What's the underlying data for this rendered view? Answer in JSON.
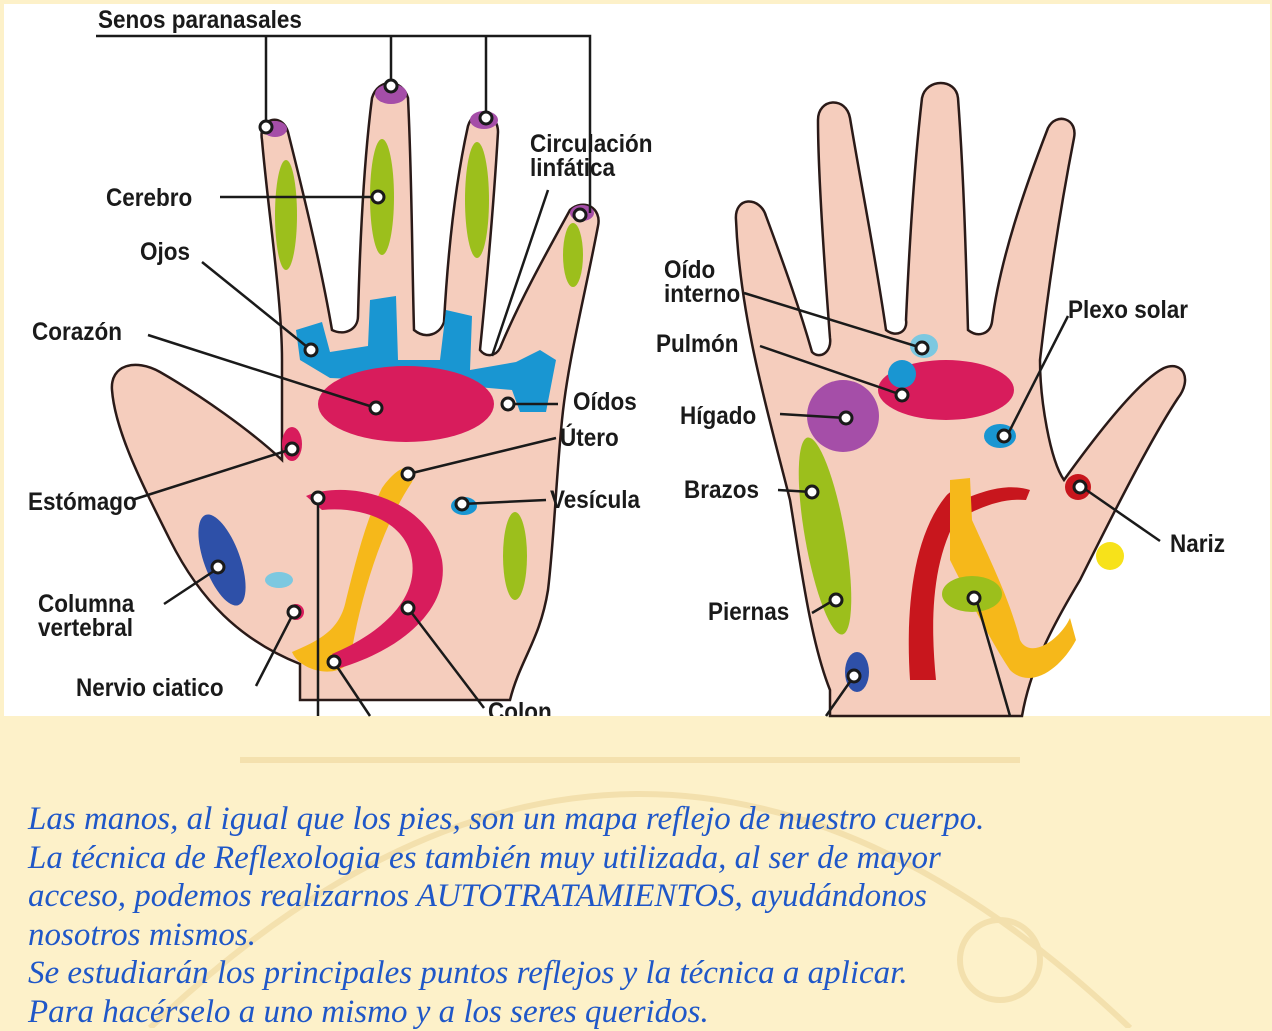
{
  "diagram": {
    "labels": {
      "senos": "Senos paranasales",
      "circulacion": "Circulación\nlinfática",
      "cerebro": "Cerebro",
      "ojos": "Ojos",
      "corazon": "Corazón",
      "oidos": "Oídos",
      "utero": "Útero",
      "estomago": "Estómago",
      "vesicula": "Vesícula",
      "columna": "Columna\nvertebral",
      "nervio": "Nervio ciatico",
      "colon": "Colon",
      "oido_interno": "Oído\ninterno",
      "plexo": "Plexo solar",
      "pulmon": "Pulmón",
      "higado": "Hígado",
      "brazos": "Brazos",
      "nariz": "Nariz",
      "piernas": "Piernas"
    },
    "colors": {
      "skin": "#f5cdbd",
      "skin_outline": "#2a1a18",
      "purple": "#a54ea8",
      "green": "#9cbf1c",
      "blue": "#1996d2",
      "red": "#d81c5c",
      "orange": "#f6b81a",
      "dark_red": "#c8161d",
      "navy": "#2e50a8",
      "light_blue": "#7cc8e0",
      "yellow": "#f7e21a"
    }
  },
  "caption": {
    "lines": [
      "Las manos, al igual que los pies, son un mapa reflejo de nuestro cuerpo.",
      "La técnica de Reflexologia es también muy utilizada, al ser de mayor",
      "acceso, podemos realizarnos AUTOTRATAMIENTOS, ayudándonos",
      "nosotros mismos.",
      "Se estudiarán los principales puntos reflejos y la técnica a aplicar.",
      "Para hacérselo a uno mismo y a los seres queridos."
    ]
  }
}
